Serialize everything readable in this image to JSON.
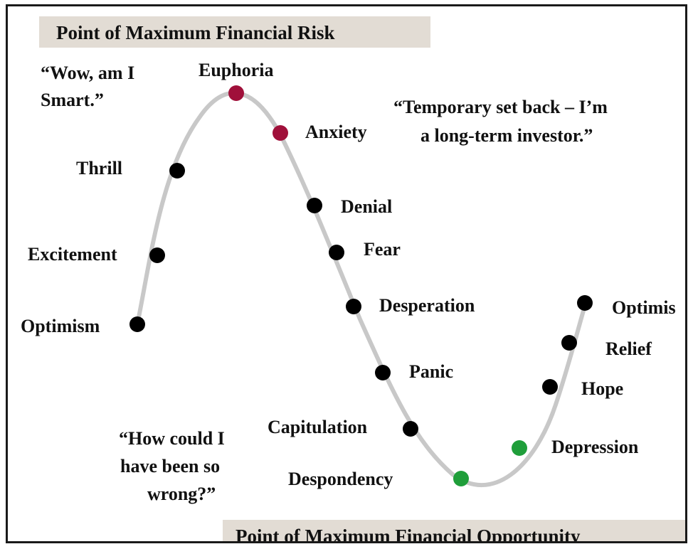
{
  "headers": {
    "top": "Point of Maximum Financial Risk",
    "bottom": "Point of Maximum Financial Opportunity"
  },
  "quotes": {
    "smart": [
      "“Wow, am I",
      "Smart.”"
    ],
    "setback": [
      "“Temporary set back – I’m",
      "a long-term investor.”"
    ],
    "wrong": [
      "“How could I",
      "have been so",
      "wrong?”"
    ]
  },
  "stages": [
    {
      "label": "Optimism"
    },
    {
      "label": "Excitement"
    },
    {
      "label": "Thrill"
    },
    {
      "label": "Euphoria"
    },
    {
      "label": "Anxiety"
    },
    {
      "label": "Denial"
    },
    {
      "label": "Fear"
    },
    {
      "label": "Desperation"
    },
    {
      "label": "Panic"
    },
    {
      "label": "Capitulation"
    },
    {
      "label": "Despondency"
    },
    {
      "label": "Depression"
    },
    {
      "label": "Hope"
    },
    {
      "label": "Relief"
    },
    {
      "label": "Optimis"
    }
  ],
  "colors": {
    "curve": "#c8c8c8",
    "dot_default": "#000000",
    "dot_risk": "#a0103a",
    "dot_opportunity": "#1f9e3a",
    "header_bg": "#e2dcd4"
  }
}
